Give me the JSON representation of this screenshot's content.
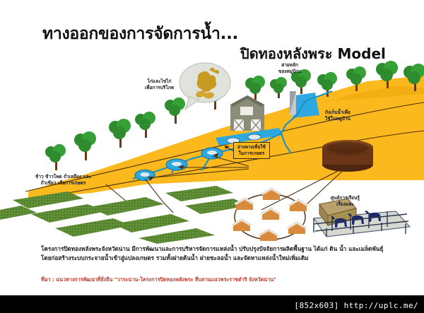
{
  "page": {
    "background_color": "#ffffff",
    "title_main": "ทางออกของการจัดการน้ำ...",
    "title_sub": "ปิดทองหลังพระ Model"
  },
  "colors": {
    "hillside": "#FBB91E",
    "hillside_shadow": "#E8A40E",
    "field_green": "#5B8A32",
    "tree_green": "#2E8B2E",
    "tree_trunk": "#6B3A16",
    "water_blue": "#1E9BD7",
    "pipe_teal": "#1C94BE",
    "tank_brown": "#6B3517",
    "barn_gray": "#8C8C7A",
    "house_orange": "#D98A3A",
    "goat_navy": "#1F2A6B",
    "line_dark": "#4A2E10",
    "source_red": "#c0392b",
    "text_dark": "#1a1a1a"
  },
  "labels": {
    "chicken": {
      "line1": "ไก่และไข่ไก่",
      "line2": "เพื่อการบริโภค"
    },
    "main_weir": {
      "line1": "ฝายหลัก",
      "line2": "ของหมู่บ้าน"
    },
    "water_tank": {
      "line1": "ถังเก็บน้ำเพื่อ",
      "line2": "ใช้ในหมู่บ้าน"
    },
    "cluster_ponds": {
      "line1": "อ่างพวงเพื่อใช้",
      "line2": "ในการเกษตร"
    },
    "crops": {
      "line1": "ข้าว ข้าวโพด ถั่วเหลือง และ",
      "line2": "ถั่วเขียว เพื่อการเกษตร"
    },
    "goat_center": {
      "line1": "ศูนย์การเรียนรู้",
      "line2": "เรื่องแพะ"
    }
  },
  "body": {
    "paragraph": "โครงการปิดทองหลังพระจังหวัดน่าน มีการพัฒนาและการบริหารจัดการแหล่งน้ำ ปรับปรุงปัจจัยการผลิตพื้นฐาน ได้แก่ ดิน น้ำ และเมล็ดพันธุ์ โดยก่อสร้างระบบกระจายน้ำเข้าสู่แปลงเกษตร รวมทั้งฝายต้นน้ำ ฝายชะลอน้ำ และจัดหาแหล่งน้ำใหม่เพิ่มเติม"
  },
  "source": {
    "text": "ที่มา : แนวทางการพัฒนาที่ยั่งยืน \"วาระน่าน-โครงการปิดทองหลังพระ สืบสานแนวพระราชดำริ จังหวัดน่าน\""
  },
  "watermark": {
    "text": "[852x603] http://uplc.me/"
  }
}
